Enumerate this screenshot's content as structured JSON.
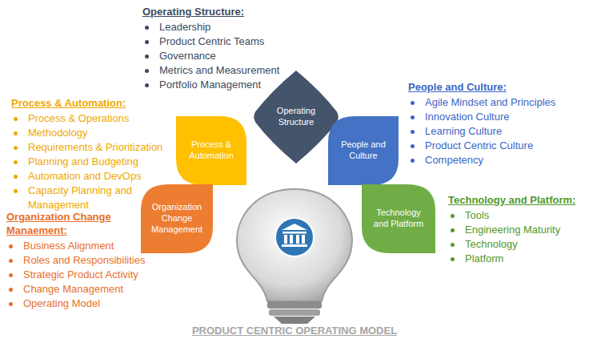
{
  "diagram": {
    "caption": "PRODUCT CENTRIC OPERATING MODEL",
    "nodes": [
      {
        "text": [
          "Operating Structure"
        ]
      },
      {
        "text": [
          "Process & Automation"
        ]
      },
      {
        "text": [
          "People and Culture"
        ]
      },
      {
        "text": [
          "Organization Change Management"
        ]
      },
      {
        "text": [
          "Technology and Platform"
        ]
      }
    ],
    "labels": [
      "Operating Structure:",
      "Leadership",
      "Product Centric Teams",
      "Governance",
      "Metrics and Measurement",
      "Portfolio Management",
      "Process & Automation:",
      "Process & Operations",
      "Methodology",
      "Requirements & Prioritization",
      "Planning and Budgeting",
      "Automation and DevOps",
      "Capacity Planning and Management",
      "People and Culture:",
      "Agile Mindset and Principles",
      "Innovation Culture",
      "Learning Culture",
      "Product Centric Culture",
      "Competency",
      "Technology and Platform:",
      "Tools",
      "Engineering Maturity",
      "Technology",
      "Platform",
      "Organization Change Manaement:",
      "Business Alignment",
      "Roles and Responsibilities",
      "Strategic Product Activity",
      "Change Management",
      "Operating Model"
    ]
  }
}
